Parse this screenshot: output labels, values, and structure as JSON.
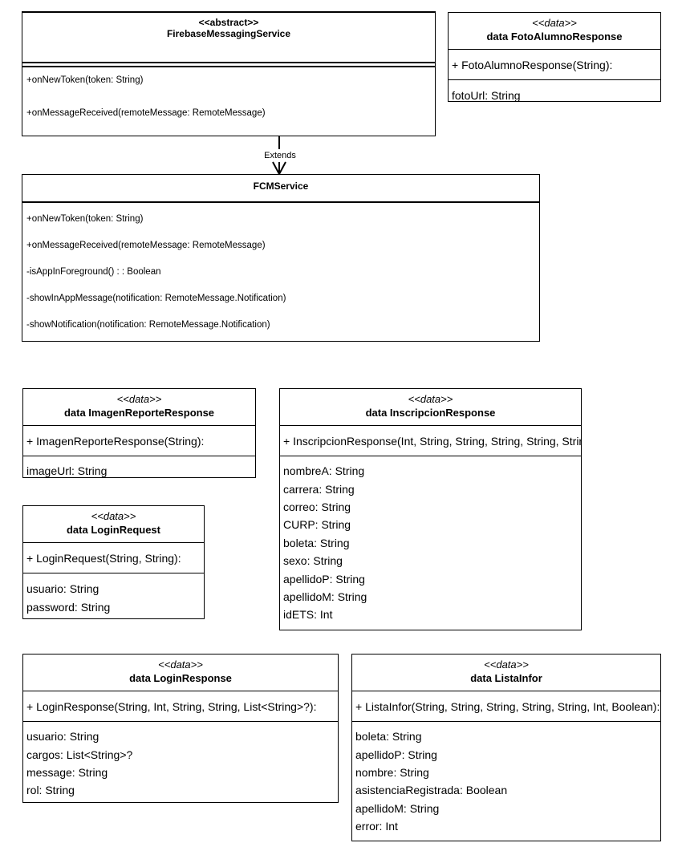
{
  "firebase": {
    "stereotype": "<<abstract>>",
    "name": "FirebaseMessagingService",
    "methods": [
      "+onNewToken(token: String)",
      "+onMessageReceived(remoteMessage: RemoteMessage)"
    ]
  },
  "relation": {
    "label": "Extends"
  },
  "fcm": {
    "name": "FCMService",
    "methods": [
      "+onNewToken(token: String)",
      "+onMessageReceived(remoteMessage: RemoteMessage)",
      "-isAppInForeground() : : Boolean",
      "-showInAppMessage(notification: RemoteMessage.Notification)",
      "-showNotification(notification: RemoteMessage.Notification)"
    ]
  },
  "foto": {
    "stereotype": "<<data>>",
    "name": "data FotoAlumnoResponse",
    "constructor": "+ FotoAlumnoResponse(String):",
    "fields": [
      "fotoUrl: String"
    ]
  },
  "imagen": {
    "stereotype": "<<data>>",
    "name": "data ImagenReporteResponse",
    "constructor": "+ ImagenReporteResponse(String):",
    "fields": [
      "imageUrl: String"
    ]
  },
  "inscripcion": {
    "stereotype": "<<data>>",
    "name": "data InscripcionResponse",
    "constructor": "+ InscripcionResponse(Int, String, String, String, String, String, String, String, String):",
    "fields": [
      "nombreA: String",
      "carrera: String",
      "correo: String",
      "CURP: String",
      "boleta: String",
      "sexo: String",
      "apellidoP: String",
      "apellidoM: String",
      "idETS: Int"
    ]
  },
  "loginRequest": {
    "stereotype": "<<data>>",
    "name": "data LoginRequest",
    "constructor": "+ LoginRequest(String, String):",
    "fields": [
      "usuario: String",
      "password: String"
    ]
  },
  "loginResponse": {
    "stereotype": "<<data>>",
    "name": "data LoginResponse",
    "constructor": "+ LoginResponse(String, Int, String, String, List<String>?):",
    "fields": [
      "usuario: String",
      "cargos: List<String>?",
      "message: String",
      "rol: String"
    ]
  },
  "listaInfor": {
    "stereotype": "<<data>>",
    "name": "data ListaInfor",
    "constructor": "+ ListaInfor(String, String, String, String, String, Int, Boolean):",
    "fields": [
      "boleta: String",
      "apellidoP: String",
      "nombre: String",
      "asistenciaRegistrada: Boolean",
      "apellidoM: String",
      "error: Int"
    ]
  }
}
